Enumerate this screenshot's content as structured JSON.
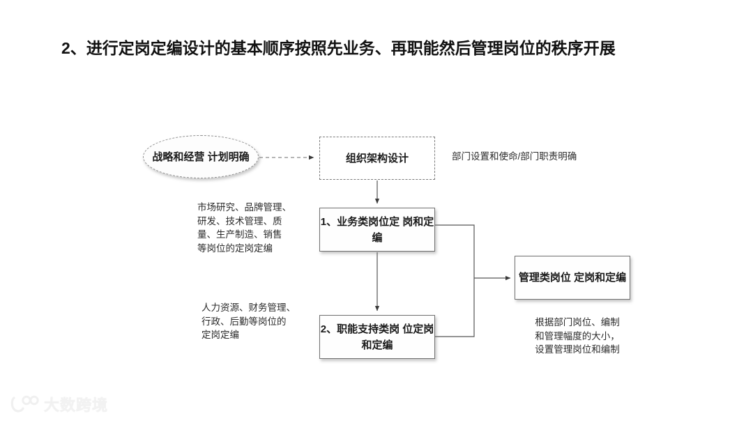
{
  "slide": {
    "background_color": "#ffffff",
    "title": "2、进行定岗定编设计的基本顺序按照先业务、再职能然后管理岗位的秩序开展"
  },
  "diagram": {
    "type": "flowchart",
    "nodes": {
      "strategy": {
        "shape": "ellipse",
        "border": "dashed",
        "label": "战略和经营\n计划明确"
      },
      "org_structure": {
        "shape": "rectangle",
        "border": "dashed",
        "label": "组织架构设计"
      },
      "business_posts": {
        "shape": "rectangle",
        "border": "solid",
        "label": "1、业务类岗位定\n岗和定编"
      },
      "function_posts": {
        "shape": "rectangle",
        "border": "solid",
        "label": "2、职能支持类岗\n位定岗和定编"
      },
      "management_posts": {
        "shape": "rectangle",
        "border": "solid",
        "label": "管理类岗位\n定岗和定编"
      }
    },
    "annotations": {
      "org_structure_note": "部门设置和使命/部门职责明确",
      "business_posts_note": "市场研究、品牌管理、\n研发、技术管理、质\n量、生产制造、销售\n等岗位的定岗定编",
      "function_posts_note": "人力资源、财务管理、\n行政、后勤等岗位的\n定岗定编",
      "management_posts_note": "根据部门岗位、编制\n和管理幅度的大小，\n设置管理岗位和编制"
    },
    "connectors": [
      {
        "from": "strategy",
        "to": "org_structure",
        "style": "dashed",
        "arrow": true
      },
      {
        "from": "org_structure",
        "to": "business_posts",
        "style": "solid",
        "arrow": true
      },
      {
        "from": "business_posts",
        "to": "function_posts",
        "style": "solid",
        "arrow": true
      },
      {
        "from": "business_posts",
        "to": "management_posts",
        "style": "solid",
        "arrow": true
      },
      {
        "from": "function_posts",
        "to": "management_posts",
        "style": "solid",
        "arrow": true
      }
    ]
  },
  "watermark": {
    "text": "大数跨境"
  }
}
